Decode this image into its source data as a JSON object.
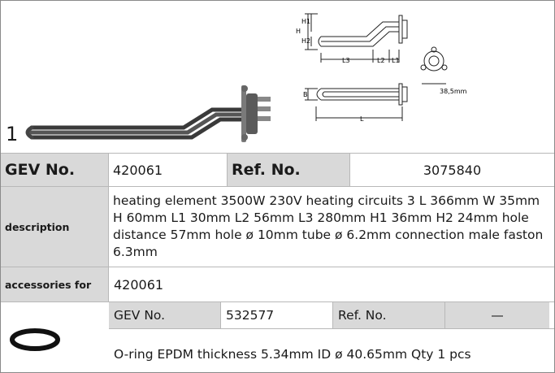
{
  "item_number": "1",
  "drawing": {
    "dim_h1": "H1",
    "dim_h": "H",
    "dim_h2": "H2",
    "dim_l3": "L3",
    "dim_l2": "L2",
    "dim_l1": "L1",
    "dim_b": "B",
    "dim_l": "L",
    "hole_distance": "38,5mm"
  },
  "header": {
    "gev_label": "GEV No.",
    "gev_value": "420061",
    "ref_label": "Ref. No.",
    "ref_value": "3075840"
  },
  "description": {
    "label": "description",
    "text": "heating element  3500W 230V heating circuits 3 L 366mm W 35mm H 60mm L1 30mm L2 56mm L3 280mm H1 36mm H2 24mm hole distance 57mm hole ø 10mm tube ø 6.2mm connection male faston 6.3mm"
  },
  "accessories_for": {
    "label": "accessories for",
    "value": "420061"
  },
  "accessory": {
    "gev_label": "GEV No.",
    "gev_value": "532577",
    "ref_label": "Ref. No.",
    "ref_value": "—",
    "description": "O-ring  EPDM thickness 5.34mm ID ø 40.65mm Qty 1 pcs"
  }
}
